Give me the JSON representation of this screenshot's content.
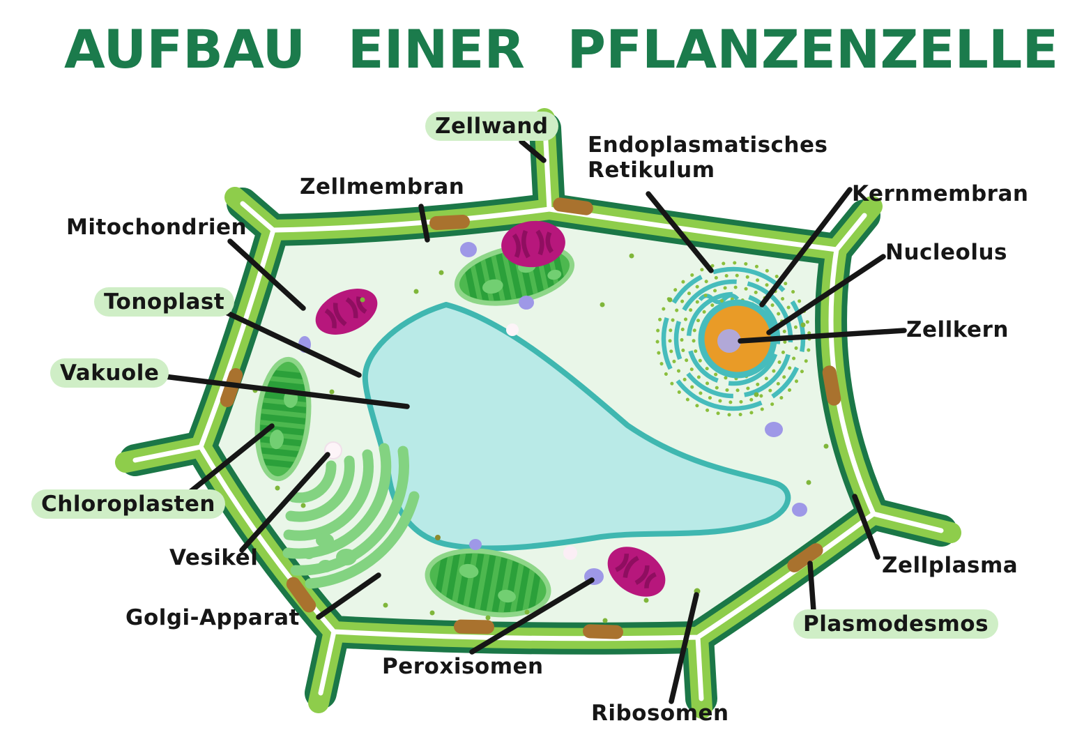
{
  "title": "AUFBAU EINER PFLANZENZELLE",
  "labels": {
    "zellwand": {
      "text": "Zellwand",
      "highlighted": true
    },
    "zellmembran": {
      "text": "Zellmembran",
      "highlighted": false
    },
    "endoplasmatisches_retikulum": {
      "line1": "Endoplasmatisches",
      "line2": "Retikulum",
      "highlighted": false
    },
    "kernmembran": {
      "text": "Kernmembran",
      "highlighted": false
    },
    "nucleolus": {
      "text": "Nucleolus",
      "highlighted": false
    },
    "zellkern": {
      "text": "Zellkern",
      "highlighted": false
    },
    "mitochondrien": {
      "text": "Mitochondrien",
      "highlighted": false
    },
    "tonoplast": {
      "text": "Tonoplast",
      "highlighted": true
    },
    "vakuole": {
      "text": "Vakuole",
      "highlighted": true
    },
    "chloroplasten": {
      "text": "Chloroplasten",
      "highlighted": true
    },
    "vesikel": {
      "text": "Vesikel",
      "highlighted": false
    },
    "golgi_apparat": {
      "text": "Golgi-Apparat",
      "highlighted": false
    },
    "peroxisomen": {
      "text": "Peroxisomen",
      "highlighted": false
    },
    "ribosomen": {
      "text": "Ribosomen",
      "highlighted": false
    },
    "zellplasma": {
      "text": "Zellplasma",
      "highlighted": false
    },
    "plasmodesmos": {
      "text": "Plasmodesmos",
      "highlighted": true
    }
  },
  "colors": {
    "title_green": "#1b7b4c",
    "label_text": "#161616",
    "label_highlight": "#cfeec6",
    "cell_wall_dark": "#1b7747",
    "cell_wall_light": "#8ecd4b",
    "cytoplasm": "#e9f6e8",
    "vacuole_fill": "#b9eae7",
    "vacuole_border": "#3fb7b0",
    "nucleus_orange": "#e99b27",
    "nucleolus_purple": "#b1a8d7",
    "er_teal": "#46bcbc",
    "er_ribosome_dots": "#8bbf3d",
    "chloroplast_fill": "#4db84f",
    "chloroplast_stripe": "#2ba03a",
    "chloroplast_edge": "#8ed688",
    "golgi_green": "#83d381",
    "mitochondrion_magenta": "#b7177c",
    "mitochondrion_stripe": "#8f0e60",
    "peroxisome_lavender": "#9e98e7",
    "vesicle_white": "#fdf4f8",
    "ribosome_green": "#7fb63a",
    "plasmodesmos_brown": "#a9722e",
    "background": "#ffffff"
  }
}
